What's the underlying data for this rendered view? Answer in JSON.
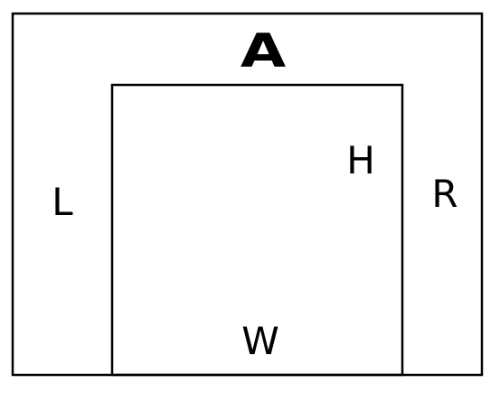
{
  "diagram": {
    "labels": {
      "outer_top": "A",
      "left": "L",
      "right": "R",
      "inner_height": "H",
      "inner_width": "W"
    },
    "colors": {
      "stroke": "#000000",
      "background": "#ffffff"
    }
  }
}
